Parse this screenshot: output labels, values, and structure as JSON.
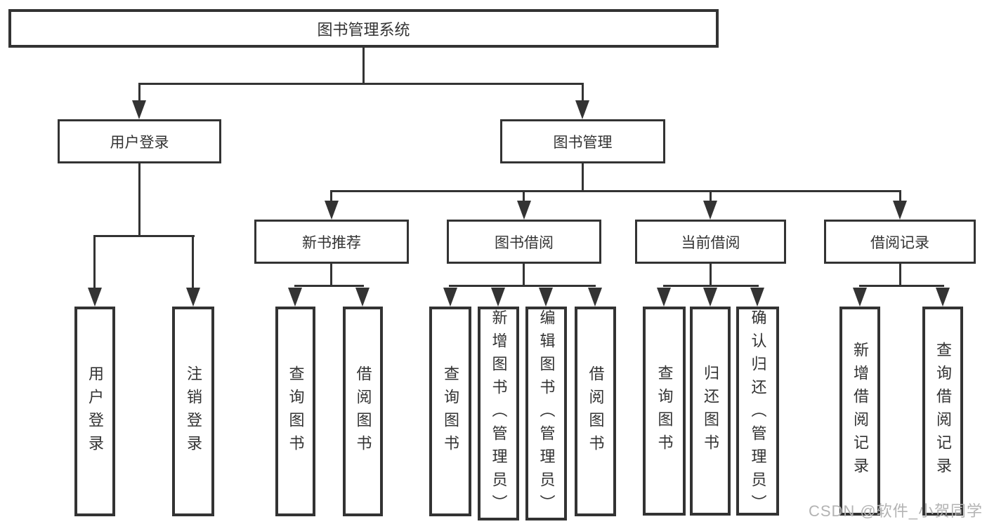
{
  "diagram": {
    "root": {
      "label": "图书管理系统"
    },
    "level2": [
      {
        "label": "用户登录"
      },
      {
        "label": "图书管理"
      }
    ],
    "level3": [
      {
        "label": "新书推荐"
      },
      {
        "label": "图书借阅"
      },
      {
        "label": "当前借阅"
      },
      {
        "label": "借阅记录"
      }
    ],
    "leaves": {
      "user_login": [
        {
          "label": "用户登录"
        },
        {
          "label": "注销登录"
        }
      ],
      "new_book_rec": [
        {
          "label": "查询图书"
        },
        {
          "label": "借阅图书"
        }
      ],
      "book_borrow": [
        {
          "label": "查询图书"
        },
        {
          "label": "新增图书（管理员）"
        },
        {
          "label": "编辑图书（管理员）"
        },
        {
          "label": "借阅图书"
        }
      ],
      "current_borrow": [
        {
          "label": "查询图书"
        },
        {
          "label": "归还图书"
        },
        {
          "label": "确认归还（管理员）"
        }
      ],
      "borrow_records": [
        {
          "label": "新增借阅记录"
        },
        {
          "label": "查询借阅记录"
        }
      ]
    },
    "watermark": "CSDN @软件_小贺同学"
  }
}
